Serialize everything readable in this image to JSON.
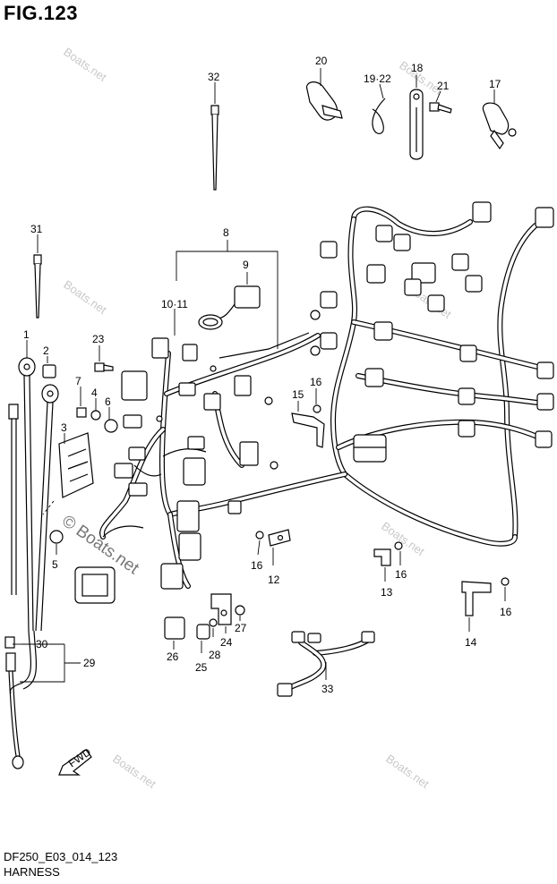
{
  "figure": {
    "title": "FIG.123",
    "code": "DF250_E03_014_123",
    "name": "HARNESS"
  },
  "watermark": {
    "text": "Boats.net",
    "prominent_text": "© Boats.net",
    "color": "#c9c9c9"
  },
  "fwd_label": "FWD",
  "callouts": {
    "p1": "1",
    "p2": "2",
    "p3": "3",
    "p4": "4",
    "p5": "5",
    "p6": "6",
    "p7": "7",
    "p8": "8",
    "p9": "9",
    "p10_11": "10·11",
    "p12": "12",
    "p13": "13",
    "p14": "14",
    "p15": "15",
    "p16a": "16",
    "p16b": "16",
    "p16c": "16",
    "p16d": "16",
    "p17": "17",
    "p18": "18",
    "p19_22": "19·22",
    "p20": "20",
    "p21": "21",
    "p23": "23",
    "p24": "24",
    "p25": "25",
    "p26": "26",
    "p27": "27",
    "p28": "28",
    "p29": "29",
    "p30": "30",
    "p31": "31",
    "p32": "32",
    "p33": "33"
  }
}
